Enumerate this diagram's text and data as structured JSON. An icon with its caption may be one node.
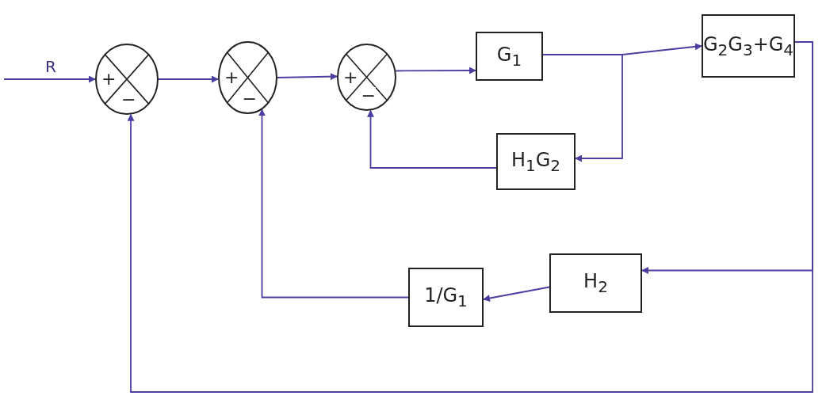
{
  "diagram": {
    "nodes": [
      {
        "text": [
          "+",
          "−"
        ]
      },
      {
        "text": [
          "+",
          "−"
        ]
      },
      {
        "text": [
          "+",
          "−"
        ]
      },
      {
        "text": [
          "G$_{1}$"
        ]
      },
      {
        "text": [
          "G$_{2}$G$_{3}$+G$_{4}$"
        ]
      },
      {
        "text": [
          "H$_{1}$G$_{2}$"
        ]
      },
      {
        "text": [
          "1/G$_{1}$"
        ]
      },
      {
        "text": [
          "H$_{2}$"
        ]
      }
    ],
    "edges": [
      {
        "from": null,
        "to": 0,
        "arrow": "to",
        "label": "R"
      },
      {
        "from": 0,
        "to": 1,
        "arrow": "to"
      },
      {
        "from": 1,
        "to": 2,
        "arrow": "to"
      },
      {
        "from": 2,
        "to": 3,
        "arrow": "to"
      },
      {
        "from": 3,
        "to": 4,
        "arrow": "to"
      },
      {
        "from": 3,
        "to": 5,
        "arrow": "to"
      },
      {
        "from": 5,
        "to": 2,
        "arrow": "to"
      },
      {
        "from": 4,
        "to": 7,
        "arrow": "to"
      },
      {
        "from": 7,
        "to": 6,
        "arrow": "to"
      },
      {
        "from": 6,
        "to": 1,
        "arrow": "to"
      },
      {
        "from": 4,
        "to": 0,
        "arrow": "to"
      }
    ]
  }
}
